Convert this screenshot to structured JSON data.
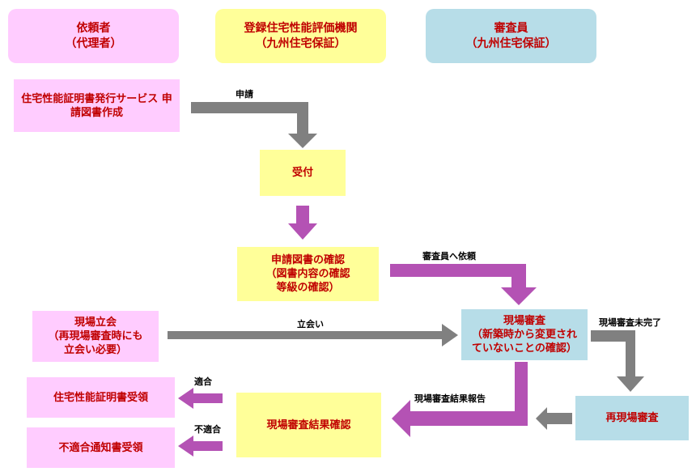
{
  "headers": {
    "applicant": "依頼者\n（代理者）",
    "agency": "登録住宅性能評価機関\n（九州住宅保証）",
    "inspector": "審査員\n（九州住宅保証）"
  },
  "boxes": {
    "service": "住宅性能証明書発行サービス 申請図書作成",
    "reception": "受付",
    "doc_check": "申請図書の確認\n（図書内容の確認\n 等級の確認）",
    "site_attend": "現場立会\n（再現場審査時にも\n立会い必要）",
    "site_review": "現場審査\n（新築時から変更され\nていないことの確認）",
    "result_confirm": "現場審査結果確認",
    "re_review": "再現場審査",
    "cert_receipt": "住宅性能証明書受領",
    "nonconform_receipt": "不適合通知書受領"
  },
  "labels": {
    "apply": "申請",
    "request_inspector": "審査員へ依頼",
    "attend": "立会い",
    "incomplete": "現場審査未完了",
    "report": "現場審査結果報告",
    "conform": "適合",
    "nonconform": "不適合"
  },
  "colors": {
    "pink": "#ffccff",
    "yellow": "#ffff99",
    "blue": "#b7dde8",
    "text_red": "#c00000",
    "arrow_gray": "#808080",
    "arrow_purple": "#b452b4"
  }
}
